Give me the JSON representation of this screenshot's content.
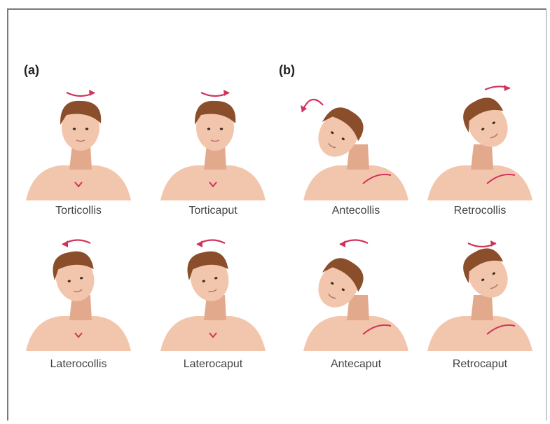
{
  "panels": [
    {
      "letter": "(a)"
    },
    {
      "letter": "(b)"
    }
  ],
  "figures": [
    {
      "caption": "Torticollis",
      "pose": "rotate-right-neck",
      "arrow": "right"
    },
    {
      "caption": "Torticaput",
      "pose": "rotate-right-head",
      "arrow": "right"
    },
    {
      "caption": "Antecollis",
      "pose": "flex-forward-neck",
      "arrow": "down-left"
    },
    {
      "caption": "Retrocollis",
      "pose": "extend-back-neck",
      "arrow": "up-right"
    },
    {
      "caption": "Laterocollis",
      "pose": "tilt-left-neck",
      "arrow": "left"
    },
    {
      "caption": "Laterocaput",
      "pose": "tilt-left-head",
      "arrow": "left"
    },
    {
      "caption": "Antecaput",
      "pose": "flex-forward-head",
      "arrow": "left"
    },
    {
      "caption": "Retrocaput",
      "pose": "extend-back-head",
      "arrow": "right"
    }
  ],
  "colors": {
    "skin": "#f2c6ad",
    "skin_shadow": "#e3a98d",
    "hair": "#8a4e2b",
    "hair_dark": "#6b3a1f",
    "arrow": "#d2325a",
    "caption": "#444444"
  }
}
